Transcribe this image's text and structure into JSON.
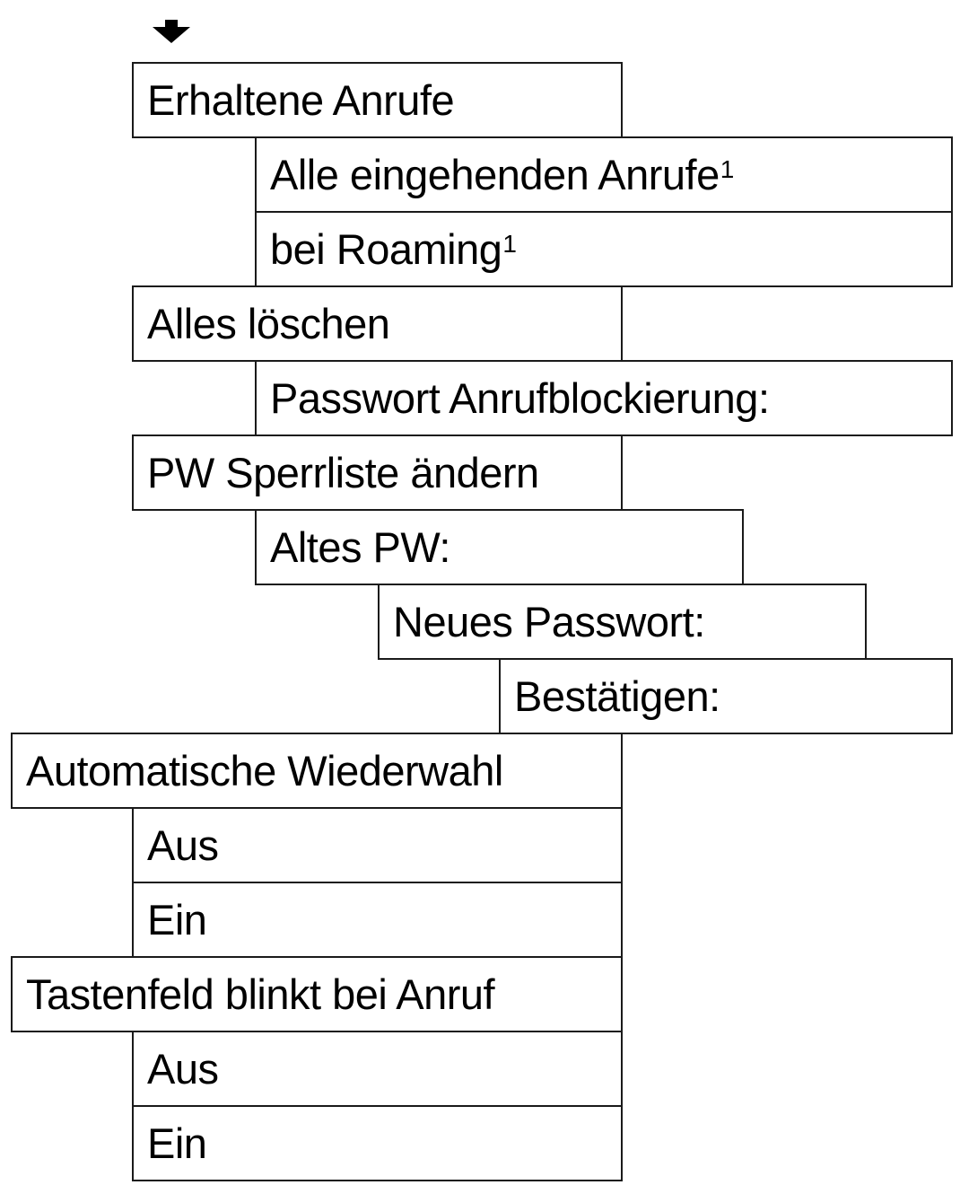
{
  "menu": {
    "items": [
      {
        "label": "Erhaltene Anrufe",
        "sup": ""
      },
      {
        "label": "Alle eingehenden Anrufe",
        "sup": "1"
      },
      {
        "label": "bei Roaming",
        "sup": "1"
      },
      {
        "label": "Alles löschen",
        "sup": ""
      },
      {
        "label": "Passwort Anrufblockierung:",
        "sup": ""
      },
      {
        "label": "PW Sperrliste ändern",
        "sup": ""
      },
      {
        "label": "Altes PW:",
        "sup": ""
      },
      {
        "label": "Neues Passwort:",
        "sup": ""
      },
      {
        "label": "Bestätigen:",
        "sup": ""
      },
      {
        "label": "Automatische Wiederwahl",
        "sup": ""
      },
      {
        "label": "Aus",
        "sup": ""
      },
      {
        "label": "Ein",
        "sup": ""
      },
      {
        "label": "Tastenfeld blinkt bei Anruf",
        "sup": ""
      },
      {
        "label": "Aus",
        "sup": ""
      },
      {
        "label": "Ein",
        "sup": ""
      }
    ]
  }
}
